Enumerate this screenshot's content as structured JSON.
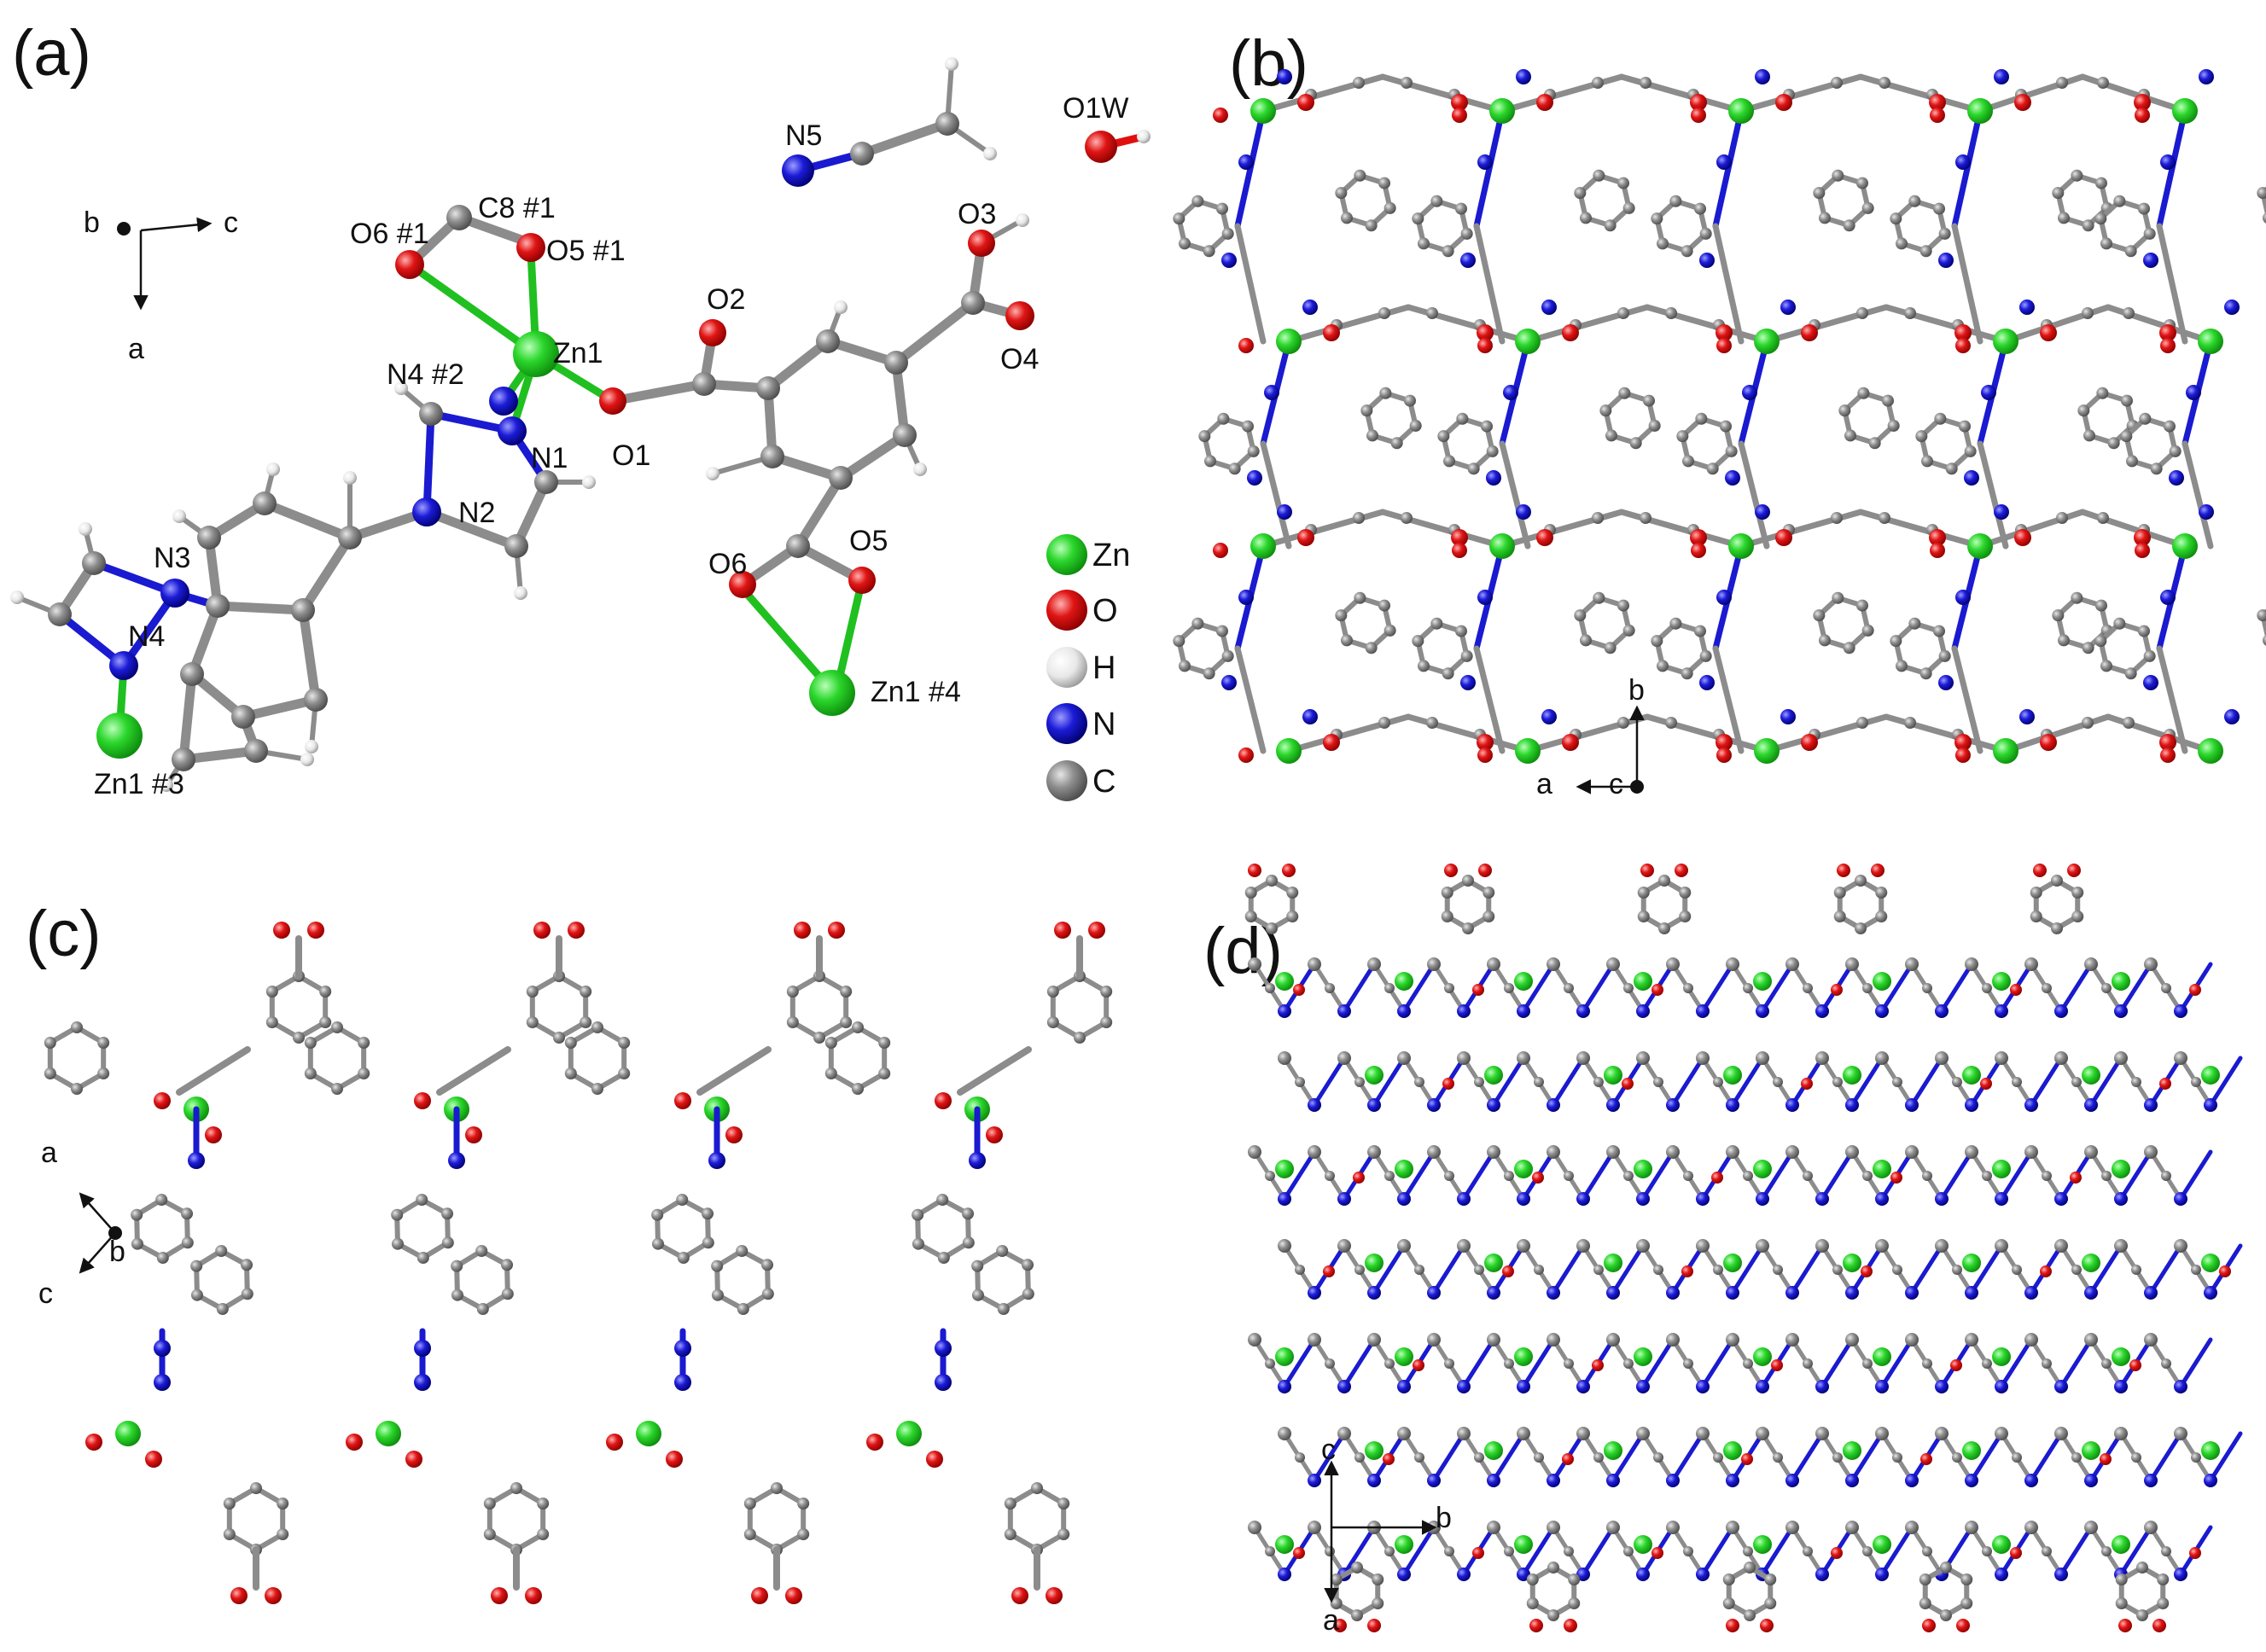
{
  "colors": {
    "Zn": "#22cc22",
    "O": "#dd1111",
    "H": "#eeeeee",
    "N": "#1a1acc",
    "C": "#8f8f8f"
  },
  "panels": {
    "a": {
      "label": "(a)",
      "atoms": {
        "N5": "N5",
        "O1W": "O1W",
        "O6_1": "O6 #1",
        "C8_1": "C8 #1",
        "O5_1": "O5 #1",
        "O3": "O3",
        "O2": "O2",
        "Zn1": "Zn1",
        "O4": "O4",
        "N4_2": "N4 #2",
        "N1": "N1",
        "O1": "O1",
        "N2": "N2",
        "N3": "N3",
        "N4": "N4",
        "O6": "O6",
        "O5": "O5",
        "Zn1_4": "Zn1 #4",
        "Zn1_3": "Zn1 #3"
      },
      "axes": {
        "b": "b",
        "c": "c",
        "a": "a"
      },
      "legend": [
        {
          "symbol": "Zn",
          "label": "Zn"
        },
        {
          "symbol": "O",
          "label": "O"
        },
        {
          "symbol": "H",
          "label": "H"
        },
        {
          "symbol": "N",
          "label": "N"
        },
        {
          "symbol": "C",
          "label": "C"
        }
      ]
    },
    "b": {
      "label": "(b)",
      "axes": {
        "b": "b",
        "a": "a",
        "c": "c"
      }
    },
    "c": {
      "label": "(c)",
      "axes": {
        "a": "a",
        "b": "b",
        "c": "c"
      }
    },
    "d": {
      "label": "(d)",
      "axes": {
        "c": "c",
        "b": "b",
        "a": "a"
      }
    }
  }
}
